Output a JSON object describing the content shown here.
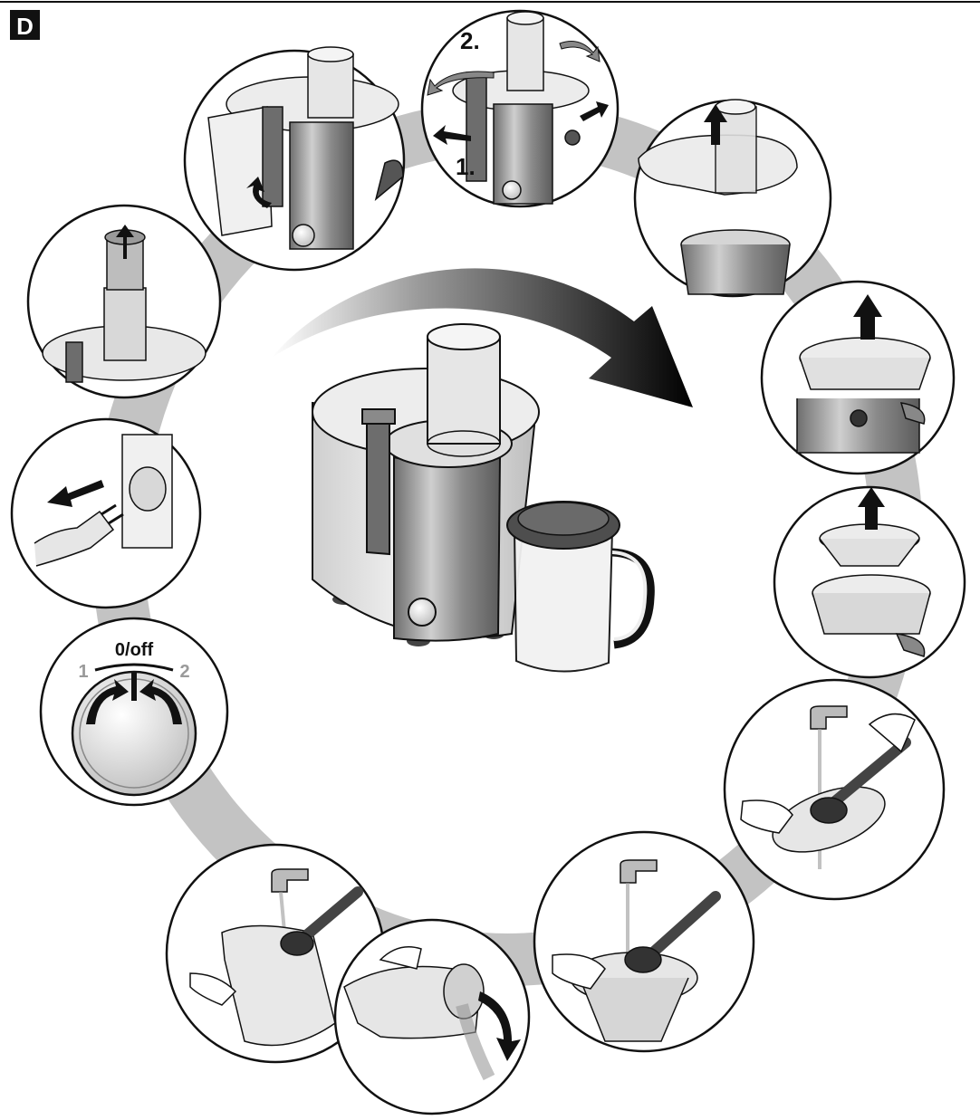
{
  "section_letter": "D",
  "step_labels": {
    "first": "1.",
    "second": "2."
  },
  "dial": {
    "off_label": "0/off",
    "left_label": "1",
    "right_label": "2"
  },
  "colors": {
    "ink": "#111111",
    "ring": "#b5b5b5",
    "steel": "#9a9a9a",
    "light_gray": "#d9d9d9",
    "dark_gray": "#555555",
    "white": "#ffffff"
  },
  "icons": {
    "steps": [
      "pusher-lift-icon",
      "lid-handle-release-icon",
      "lid-unlock-rotate-icon",
      "lid-lift-off-icon",
      "filter-ring-lift-icon",
      "filter-basket-lift-icon",
      "brush-filter-rinse-icon",
      "brush-basket-rinse-icon",
      "pulp-container-empty-icon",
      "pulp-container-rinse-icon",
      "dial-off-icon",
      "unplug-icon"
    ]
  }
}
